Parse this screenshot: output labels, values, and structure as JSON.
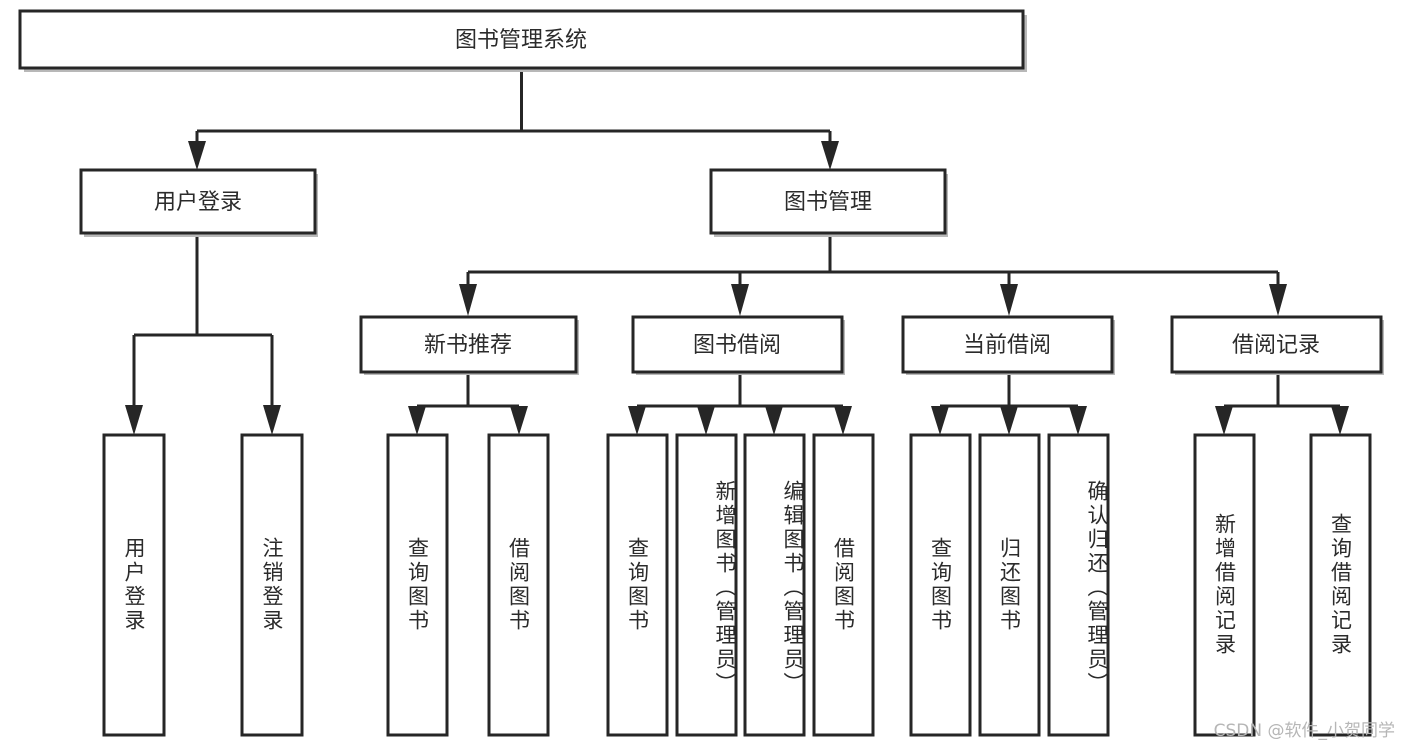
{
  "diagram": {
    "type": "tree-hierarchy",
    "title": "图书管理系统",
    "watermark": "CSDN @软件_小贺同学",
    "colors": {
      "stroke": "#262626",
      "box_fill": "#ffffff",
      "text": "#2b2b2b",
      "shadow": "#b8b8b8",
      "background": "#ffffff",
      "watermark": "#b6b6b6"
    },
    "levels": {
      "root": {
        "label": "图书管理系统",
        "orientation": "horizontal"
      },
      "level1": [
        {
          "id": "user-login",
          "label": "用户登录",
          "orientation": "horizontal"
        },
        {
          "id": "book-management",
          "label": "图书管理",
          "orientation": "horizontal"
        }
      ],
      "level2": [
        {
          "id": "new-book-recommend",
          "label": "新书推荐",
          "orientation": "horizontal",
          "parent": "book-management"
        },
        {
          "id": "book-borrow",
          "label": "图书借阅",
          "orientation": "horizontal",
          "parent": "book-management"
        },
        {
          "id": "current-borrow",
          "label": "当前借阅",
          "orientation": "horizontal",
          "parent": "book-management"
        },
        {
          "id": "borrow-record",
          "label": "借阅记录",
          "orientation": "horizontal",
          "parent": "book-management"
        }
      ],
      "leaves": [
        {
          "id": "leaf-user-login",
          "label": "用户登录",
          "parent": "user-login"
        },
        {
          "id": "leaf-user-logout",
          "label": "注销登录",
          "parent": "user-login"
        },
        {
          "id": "leaf-query-book-1",
          "label": "查询图书",
          "parent": "new-book-recommend"
        },
        {
          "id": "leaf-borrow-book-1",
          "label": "借阅图书",
          "parent": "new-book-recommend"
        },
        {
          "id": "leaf-query-book-2",
          "label": "查询图书",
          "parent": "book-borrow"
        },
        {
          "id": "leaf-add-book",
          "label": "新增图书（管理员）",
          "parent": "book-borrow"
        },
        {
          "id": "leaf-edit-book",
          "label": "编辑图书（管理员）",
          "parent": "book-borrow"
        },
        {
          "id": "leaf-borrow-book-2",
          "label": "借阅图书",
          "parent": "book-borrow"
        },
        {
          "id": "leaf-query-book-3",
          "label": "查询图书",
          "parent": "current-borrow"
        },
        {
          "id": "leaf-return-book",
          "label": "归还图书",
          "parent": "current-borrow"
        },
        {
          "id": "leaf-confirm-return",
          "label": "确认归还（管理员）",
          "parent": "current-borrow"
        },
        {
          "id": "leaf-add-record",
          "label": "新增借阅记录",
          "parent": "borrow-record"
        },
        {
          "id": "leaf-query-record",
          "label": "查询借阅记录",
          "parent": "borrow-record"
        }
      ]
    }
  }
}
